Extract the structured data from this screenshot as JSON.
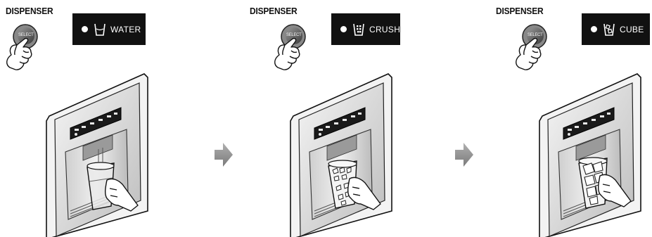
{
  "steps": [
    {
      "title": "DISPENSER",
      "button_label": "SELECT",
      "mode": "WATER",
      "icon": "water-glass-icon"
    },
    {
      "title": "DISPENSER",
      "button_label": "SELECT",
      "mode": "CRUSH",
      "icon": "crushed-ice-glass-icon"
    },
    {
      "title": "DISPENSER",
      "button_label": "SELECT",
      "mode": "CUBE",
      "icon": "ice-cube-glass-icon"
    }
  ],
  "colors": {
    "mode_box": "#111111",
    "arrow": "#8c8c8c",
    "ink": "#111111"
  }
}
